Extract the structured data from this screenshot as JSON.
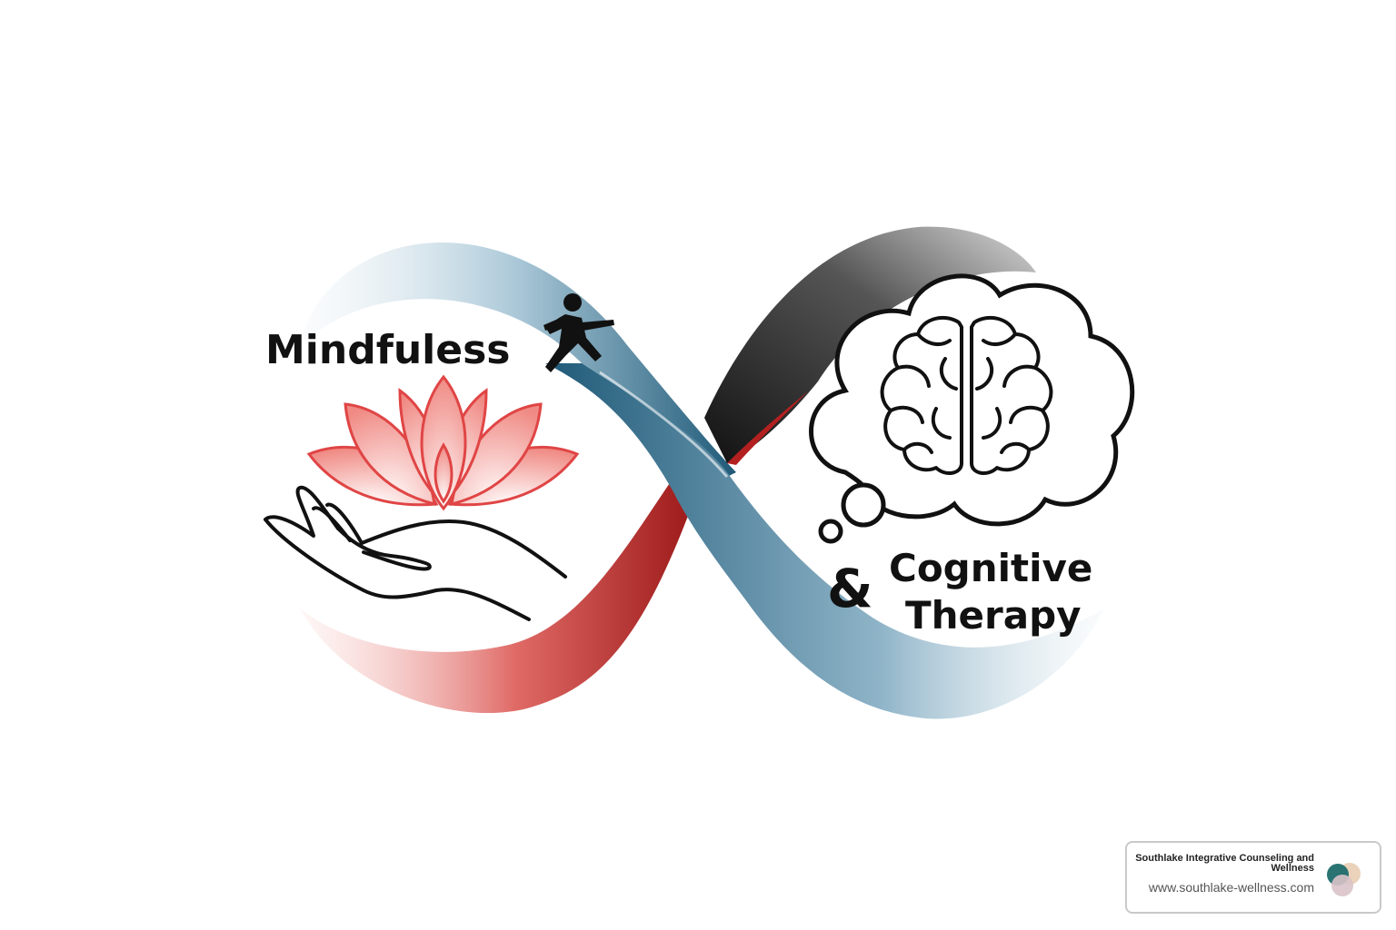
{
  "graphic": {
    "left_label": "Mindfuless",
    "right_ampersand": "&",
    "right_label_line1": "Cognitive",
    "right_label_line2": "Therapy",
    "icons": [
      "lotus-icon",
      "open-hand-icon",
      "walking-person-icon",
      "thought-cloud-icon",
      "brain-icon"
    ],
    "colors": {
      "ribbon_blue": "#2f6f8f",
      "ribbon_red": "#c8302f",
      "ribbon_dark": "#1a1a1a",
      "lotus": "#e04545",
      "text": "#111111"
    }
  },
  "badge": {
    "name": "Southlake Integrative Counseling and Wellness",
    "url": "www.southlake-wellness.com",
    "logo_colors": [
      "#1f6b6b",
      "#e8cdb4",
      "#d9c3c9"
    ]
  }
}
